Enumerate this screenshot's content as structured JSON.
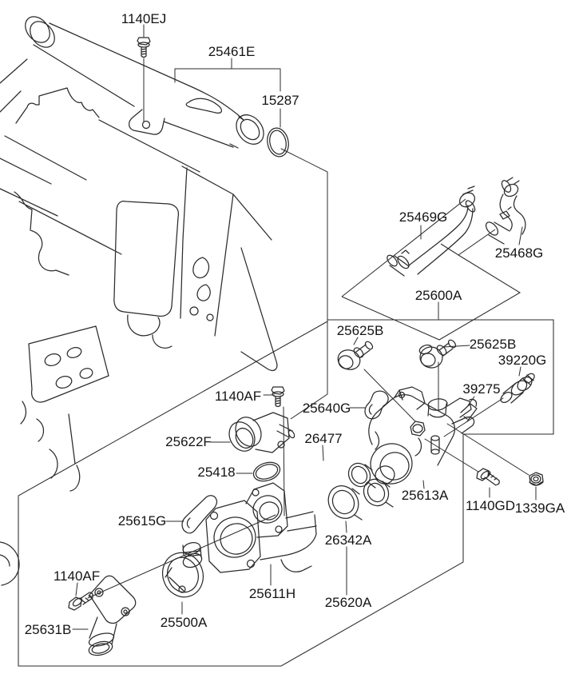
{
  "diagram": {
    "type": "exploded-parts-diagram",
    "subject": "engine coolant pipe, hoses and thermostat housing assembly",
    "background_color": "#ffffff",
    "line_color": "#2b2b2b",
    "label_color": "#141414"
  },
  "labels": {
    "p1140ej": "1140EJ",
    "p25461e": "25461E",
    "p15287": "15287",
    "p25469g": "25469G",
    "p25468g": "25468G",
    "p25600a": "25600A",
    "p25625b_left": "25625B",
    "p25625b_right": "25625B",
    "p39220g": "39220G",
    "p39275": "39275",
    "p25640g": "25640G",
    "p1140af_upper": "1140AF",
    "p25622f": "25622F",
    "p26477": "26477",
    "p25418": "25418",
    "p25613a": "25613A",
    "p1140gd": "1140GD",
    "p1339ga": "1339GA",
    "p25615g": "25615G",
    "p26342a": "26342A",
    "p25611h": "25611H",
    "p25620a": "25620A",
    "p1140af_lower": "1140AF",
    "p25631b": "25631B",
    "p25500a": "25500A"
  }
}
